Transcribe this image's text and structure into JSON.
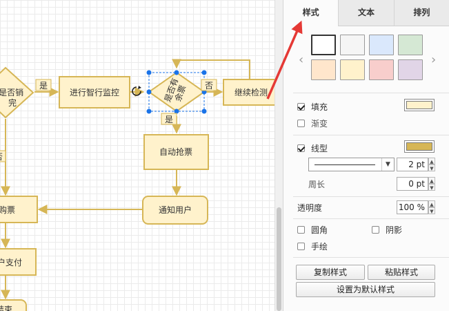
{
  "canvas": {
    "nodes": {
      "check_sale": "是否销\n完",
      "monitor": "进行智行监控",
      "has_ticket": "是否有\n余票",
      "continue": "继续检测",
      "auto_grab": "自动抢票",
      "notify": "通知用户",
      "buy": "购票",
      "pay": "户支付",
      "end": "结束"
    },
    "labels": {
      "yes1": "是",
      "yes2": "是",
      "no1": "否",
      "no2": "否"
    }
  },
  "panel": {
    "tabs": [
      "样式",
      "文本",
      "排列"
    ],
    "active_tab": "样式",
    "swatches": [
      "#ffffff",
      "#f5f5f5",
      "#dae8fc",
      "#d5e8d4",
      "#ffe6cc",
      "#fff2cc",
      "#f8cecc",
      "#e1d5e7"
    ],
    "fill": {
      "label": "填充",
      "checked": true,
      "color": "#fff2cc"
    },
    "gradient": {
      "label": "渐变",
      "checked": false
    },
    "line": {
      "label": "线型",
      "checked": true,
      "color": "#d6b656",
      "width": "2 pt"
    },
    "perimeter": {
      "label": "周长",
      "value": "0 pt"
    },
    "opacity": {
      "label": "透明度",
      "value": "100 %"
    },
    "rounded": {
      "label": "圆角",
      "checked": false
    },
    "shadow": {
      "label": "阴影",
      "checked": false
    },
    "sketch": {
      "label": "手绘",
      "checked": false
    },
    "buttons": {
      "copy_style": "复制样式",
      "paste_style": "粘贴样式",
      "set_default": "设置为默认样式"
    }
  },
  "colors": {
    "node_fill": "#fff2cc",
    "node_stroke": "#d6b656",
    "selection": "#1a73e8",
    "annotation": "#e53935"
  }
}
